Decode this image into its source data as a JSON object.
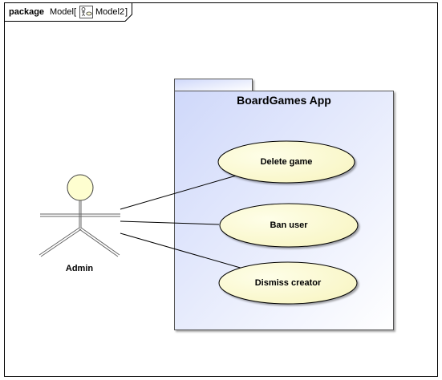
{
  "frame": {
    "keyword": "package",
    "name": "Model",
    "diagram_name": "Model2",
    "diagram_icon": "use-case-diagram-icon"
  },
  "package": {
    "title": "BoardGames App"
  },
  "actor": {
    "label": "Admin"
  },
  "use_cases": [
    {
      "label": "Delete game"
    },
    {
      "label": "Ban user"
    },
    {
      "label": "Dismiss creator"
    }
  ],
  "colors": {
    "package_fill_start": "#d0d9fb",
    "package_fill_end": "#ffffff",
    "usecase_fill": "#fdfbd6",
    "actor_head_fill": "#fefed0",
    "stroke": "#000000"
  }
}
